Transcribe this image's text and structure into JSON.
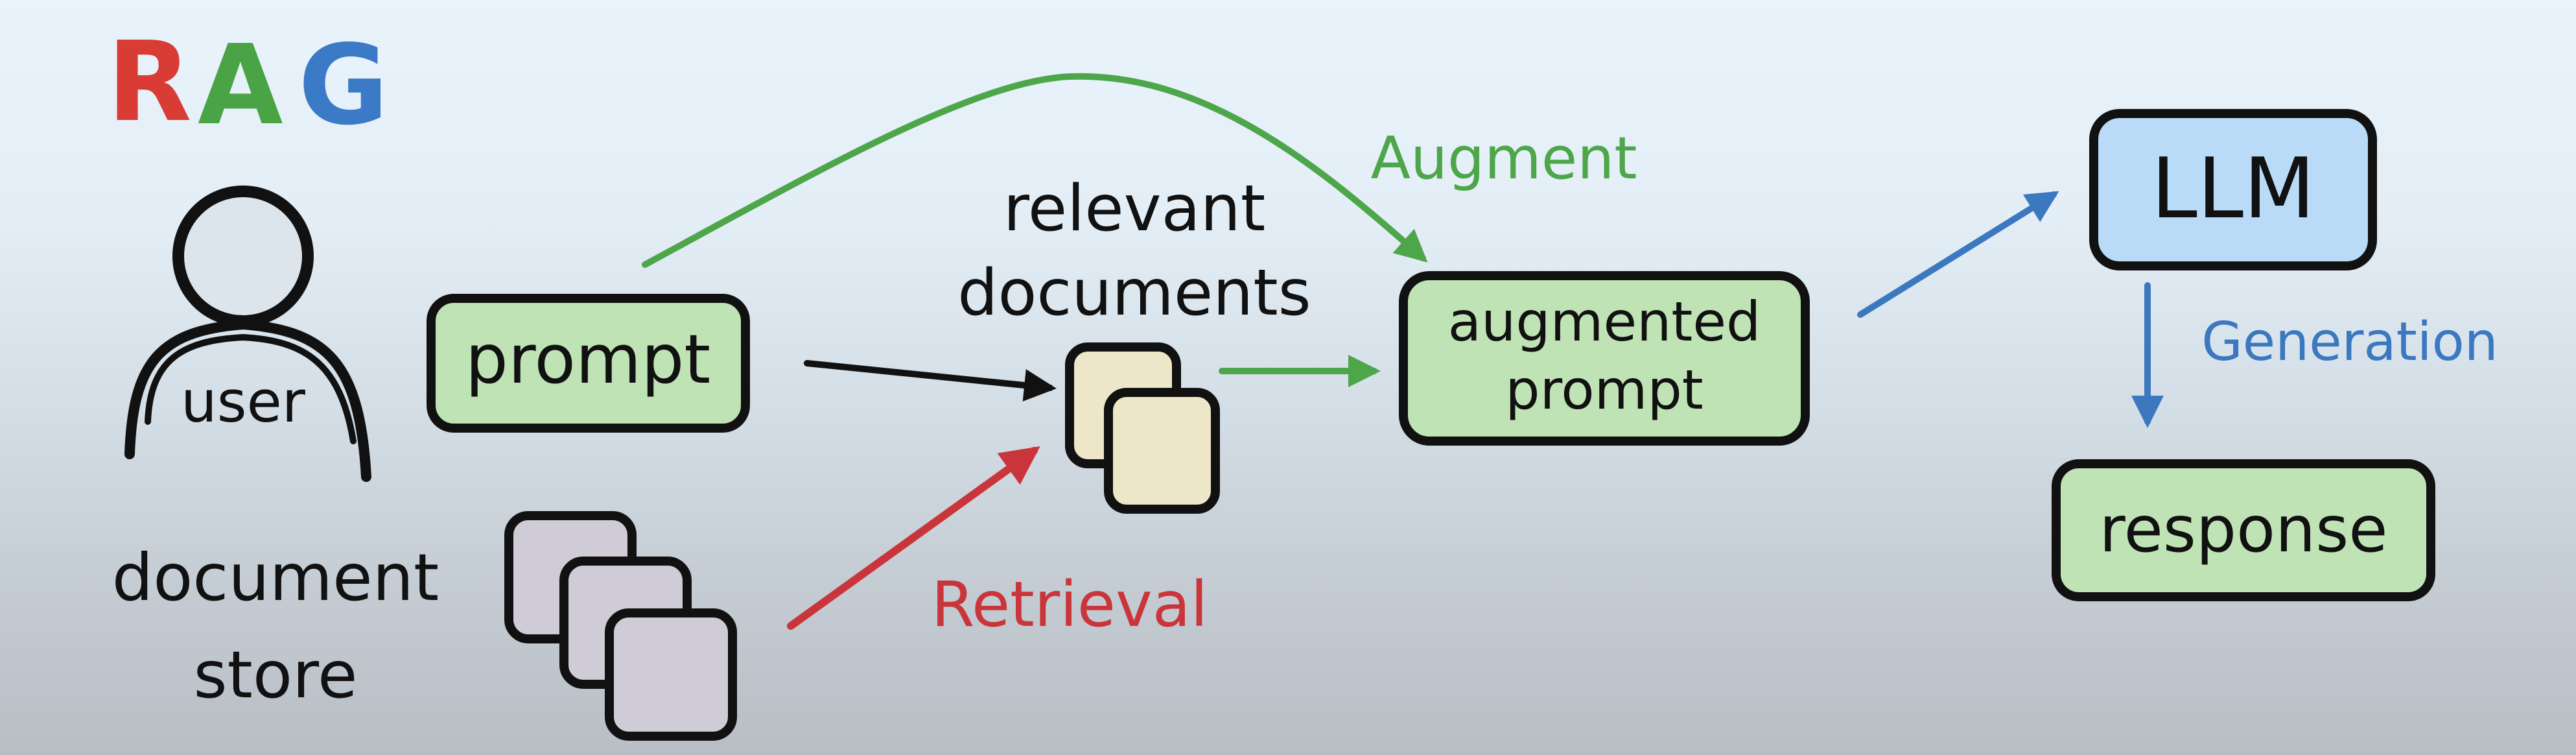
{
  "title": {
    "letters": [
      {
        "char": "R",
        "color": "#d93b35"
      },
      {
        "char": "A",
        "color": "#4aa344"
      },
      {
        "char": "G",
        "color": "#3b7ac6"
      }
    ]
  },
  "nodes": {
    "user": "user",
    "document_store_line1": "document",
    "document_store_line2": "store",
    "prompt": "prompt",
    "relevant_docs_line1": "relevant",
    "relevant_docs_line2": "documents",
    "augmented_line1": "augmented",
    "augmented_line2": "prompt",
    "llm": "LLM",
    "response": "response"
  },
  "edges": {
    "augment": "Augment",
    "retrieval": "Retrieval",
    "generation": "Generation"
  },
  "colors": {
    "red": "#c9353a",
    "green": "#4ea64a",
    "blue": "#3b78c0",
    "ink": "#111111",
    "green_fill": "#bfe3b5",
    "blue_fill": "#b9dbf7",
    "doc_fill": "#ede6c8",
    "store_fill": "#cfccd8"
  }
}
